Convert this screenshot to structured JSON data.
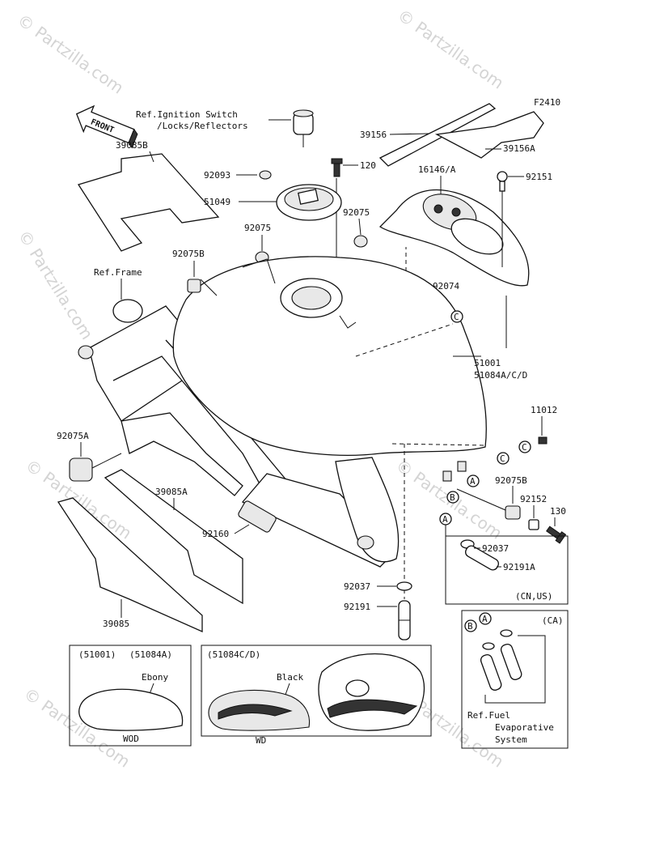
{
  "figure_code": "F2410",
  "watermark": "© Partzilla.com",
  "front_label": "FRONT",
  "refs": {
    "ignition": [
      "Ref.Ignition Switch",
      "/Locks/Reflectors"
    ],
    "frame": "Ref.Frame",
    "fuel": [
      "Ref.Fuel",
      "Evaporative",
      "System"
    ]
  },
  "parts": {
    "p39156": "39156",
    "p39156A": "39156A",
    "p39085B": "39085B",
    "p92093": "92093",
    "p120": "120",
    "p16146": "16146/A",
    "p92151": "92151",
    "p51049": "51049",
    "p92075a": "92075",
    "p92075b": "92075",
    "p92075B1": "92075B",
    "p92074": "92074",
    "p51001": "51001",
    "p51084": "51084A/C/D",
    "p11012": "11012",
    "p92075A": "92075A",
    "p92075B2": "92075B",
    "p92152": "92152",
    "p130": "130",
    "p39085A": "39085A",
    "p92160": "92160",
    "p92037a": "92037",
    "p92191A": "92191A",
    "p92037b": "92037",
    "p92191": "92191",
    "p39085": "39085"
  },
  "callouts": {
    "a": "A",
    "b": "B",
    "c": "C"
  },
  "cn_us": "(CN,US)",
  "ca": "(CA)",
  "variants": {
    "left_header": [
      "(51001)",
      "(51084A)"
    ],
    "left_color": "Ebony",
    "left_code": "WOD",
    "right_header": "(51084C/D)",
    "right_color": "Black",
    "right_code": "WD"
  }
}
